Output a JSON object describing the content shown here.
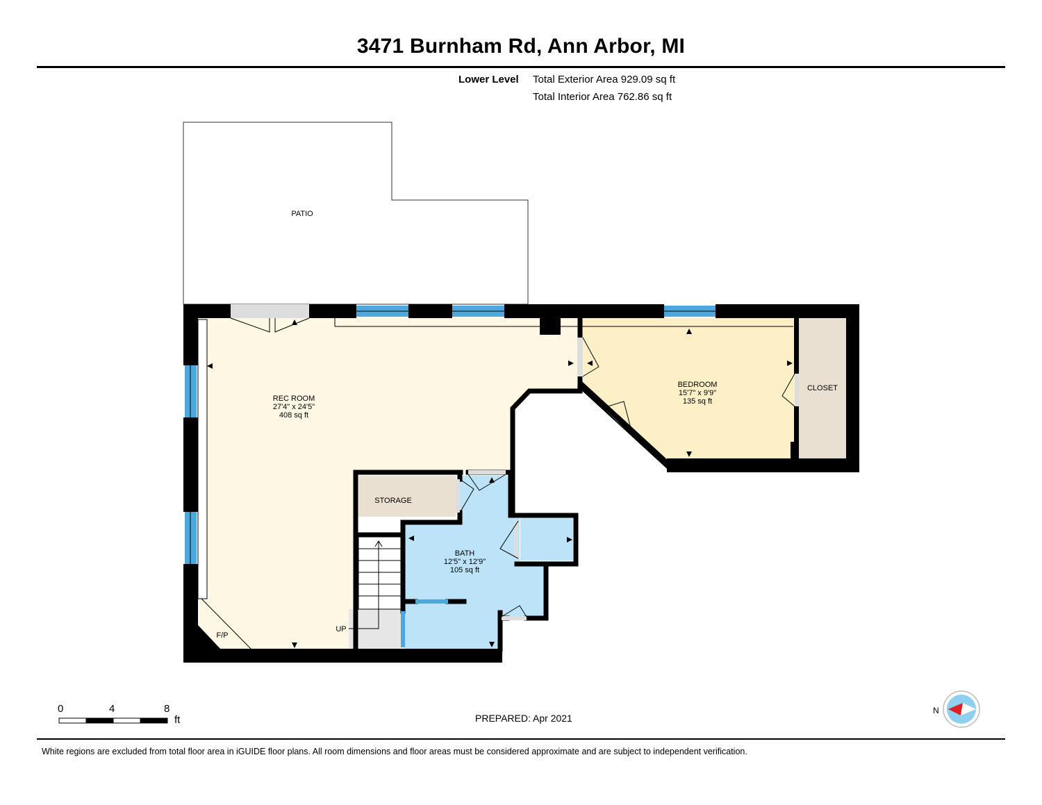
{
  "header": {
    "title": "3471 Burnham Rd, Ann Arbor, MI",
    "level": "Lower Level",
    "exterior_area": "Total Exterior Area 929.09 sq ft",
    "interior_area": "Total Interior Area 762.86 sq ft"
  },
  "rooms": {
    "patio": {
      "name": "PATIO"
    },
    "rec_room": {
      "name": "REC ROOM",
      "dims": "27'4\" x 24'5\"",
      "area": "408 sq ft"
    },
    "bedroom": {
      "name": "BEDROOM",
      "dims": "15'7\" x 9'9\"",
      "area": "135 sq ft"
    },
    "closet": {
      "name": "CLOSET"
    },
    "storage": {
      "name": "STORAGE"
    },
    "bath": {
      "name": "BATH",
      "dims": "12'5\" x 12'9\"",
      "area": "105 sq ft"
    },
    "fireplace": {
      "name": "F/P"
    },
    "stairs": {
      "name": "UP"
    }
  },
  "colors": {
    "rec_room": "#fdf7e4",
    "bedroom": "#fdefc6",
    "closet": "#e9e0d2",
    "storage": "#e9e0d2",
    "bath": "#bde3f8",
    "window": "#4ea8dc",
    "wall": "#000000",
    "compass_arrow": "#e02020",
    "compass_ring": "#8fd0f0"
  },
  "scale_bar": {
    "labels": [
      "0",
      "4",
      "8"
    ],
    "unit": "ft"
  },
  "compass": {
    "label": "N"
  },
  "footer": {
    "prepared": "PREPARED: Apr 2021",
    "disclaimer": "White regions are excluded from total floor area in iGUIDE floor plans. All room dimensions and floor areas must be considered approximate and are subject to independent verification."
  }
}
